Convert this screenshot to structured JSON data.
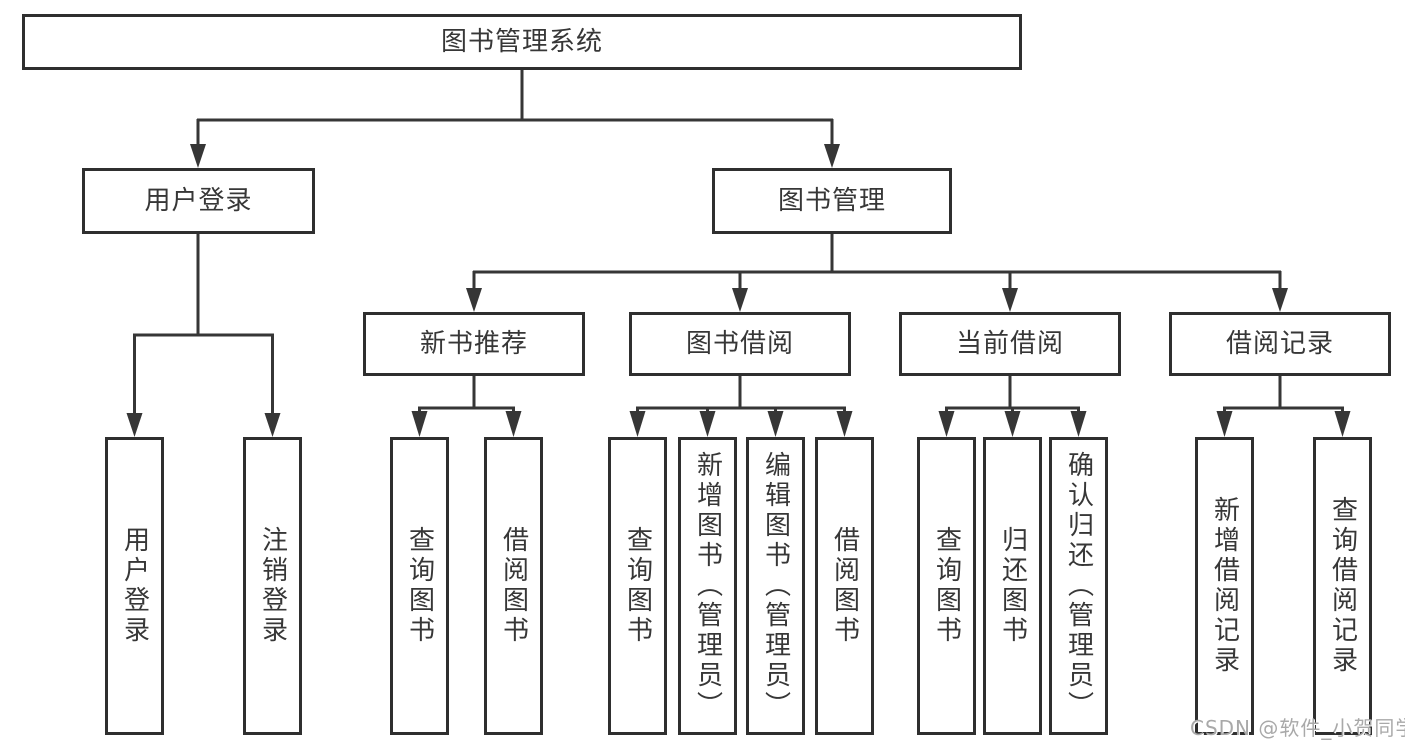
{
  "diagram": {
    "root": "图书管理系统",
    "branches": [
      {
        "label": "用户登录",
        "children": [
          "用户登录",
          "注销登录"
        ]
      },
      {
        "label": "图书管理",
        "children": [
          {
            "label": "新书推荐",
            "children": [
              "查询图书",
              "借阅图书"
            ]
          },
          {
            "label": "图书借阅",
            "children": [
              "查询图书",
              "新增图书（管理员）",
              "编辑图书（管理员）",
              "借阅图书"
            ]
          },
          {
            "label": "当前借阅",
            "children": [
              "查询图书",
              "归还图书",
              "确认归还（管理员）"
            ]
          },
          {
            "label": "借阅记录",
            "children": [
              "新增借阅记录",
              "查询借阅记录"
            ]
          }
        ]
      }
    ]
  },
  "watermark": {
    "text": "CSDN @软件_小贺同学"
  },
  "colors": {
    "background": "#ffffff",
    "box_fill": "#ffffff",
    "box_border": "#2f2f2f",
    "line": "#363636",
    "text": "#373737",
    "watermark": "#a9a9a9"
  }
}
